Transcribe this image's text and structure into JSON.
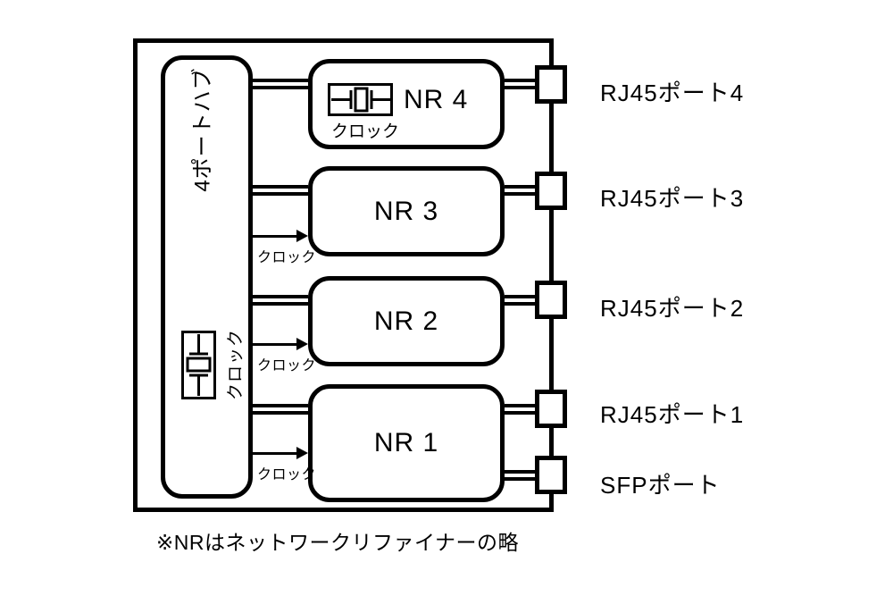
{
  "diagram": {
    "hub": {
      "label": "4ポートハブ",
      "clock_label": "クロック"
    },
    "nr_units": [
      {
        "name": "NR 4",
        "clock_source": "internal-crystal",
        "clock_label": "クロック"
      },
      {
        "name": "NR 3",
        "clock_source": "hub-crystal",
        "clock_label": "クロック"
      },
      {
        "name": "NR 2",
        "clock_source": "hub-crystal",
        "clock_label": "クロック"
      },
      {
        "name": "NR 1",
        "clock_source": "hub-crystal",
        "clock_label": "クロック"
      }
    ],
    "ports": [
      {
        "label": "RJ45ポート4",
        "connected_to": "NR 4"
      },
      {
        "label": "RJ45ポート3",
        "connected_to": "NR 3"
      },
      {
        "label": "RJ45ポート2",
        "connected_to": "NR 2"
      },
      {
        "label": "RJ45ポート1",
        "connected_to": "NR 1"
      },
      {
        "label": "SFPポート",
        "connected_to": "NR 1"
      }
    ],
    "note": "※NRはネットワークリファイナーの略",
    "colors": {
      "line": "#000000",
      "background": "#ffffff"
    }
  }
}
